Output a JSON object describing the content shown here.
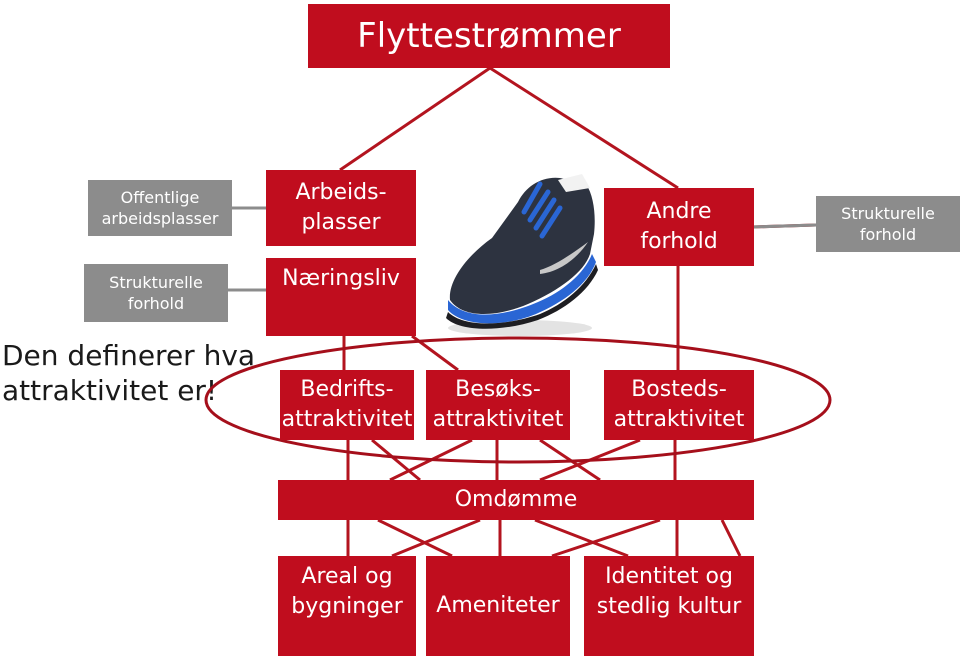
{
  "title": "Flyttestrømmer",
  "side_labels": {
    "left_top": "Offentlige arbeidsplasser",
    "left_bottom": "Strukturelle forhold",
    "right": "Strukturelle forhold"
  },
  "drivers": {
    "arbeidsplasser": "Arbeids-plasser",
    "naeringsliv": "Næringsliv",
    "andre_forhold": "Andre forhold"
  },
  "note": "Den definerer hva attraktivitet er!",
  "attractiveness": {
    "bedrift": "Bedrifts-attraktivitet",
    "besok": "Besøks-attraktivitet",
    "bosted": "Bosteds-attraktivitet"
  },
  "omdomme": "Omdømme",
  "bottom": {
    "areal": "Areal og bygninger",
    "ameniteter": "Ameniteter",
    "identitet": "Identitet og stedlig kultur"
  },
  "image": {
    "icon": "running-shoe-icon"
  },
  "colors": {
    "box_red": "#c00d1e",
    "box_grey": "#8c8c8c",
    "connector": "#b3141f",
    "ellipse": "#a50f1b"
  }
}
